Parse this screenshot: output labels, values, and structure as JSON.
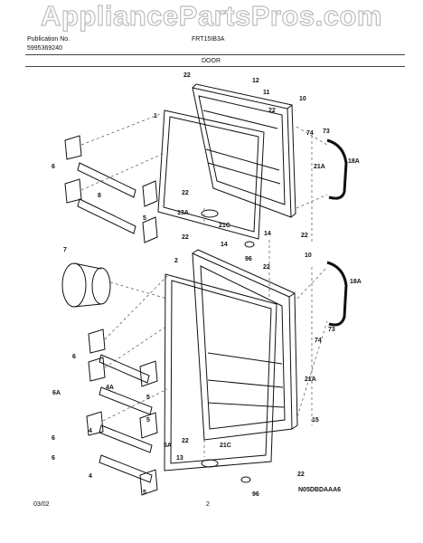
{
  "watermark": "AppliancePartsPros.com",
  "header": {
    "pub_label": "Publication No.",
    "pub_number": "5995369240",
    "model": "FRT15IB3A",
    "section": "DOOR"
  },
  "footer": {
    "date": "03/02",
    "page": "2",
    "drawing_code": "N05DBDAAA6"
  },
  "callouts": [
    "22",
    "12",
    "11",
    "1",
    "10",
    "22",
    "74",
    "73",
    "21A",
    "18A",
    "6",
    "8",
    "5",
    "22",
    "13A",
    "21C",
    "22",
    "22",
    "14",
    "96",
    "14",
    "7",
    "2",
    "22",
    "10",
    "18A",
    "73",
    "74",
    "6",
    "4A",
    "5",
    "6A",
    "6",
    "4",
    "5",
    "21A",
    "15",
    "5A",
    "22",
    "21C",
    "13",
    "4",
    "6",
    "5",
    "22",
    "96"
  ]
}
